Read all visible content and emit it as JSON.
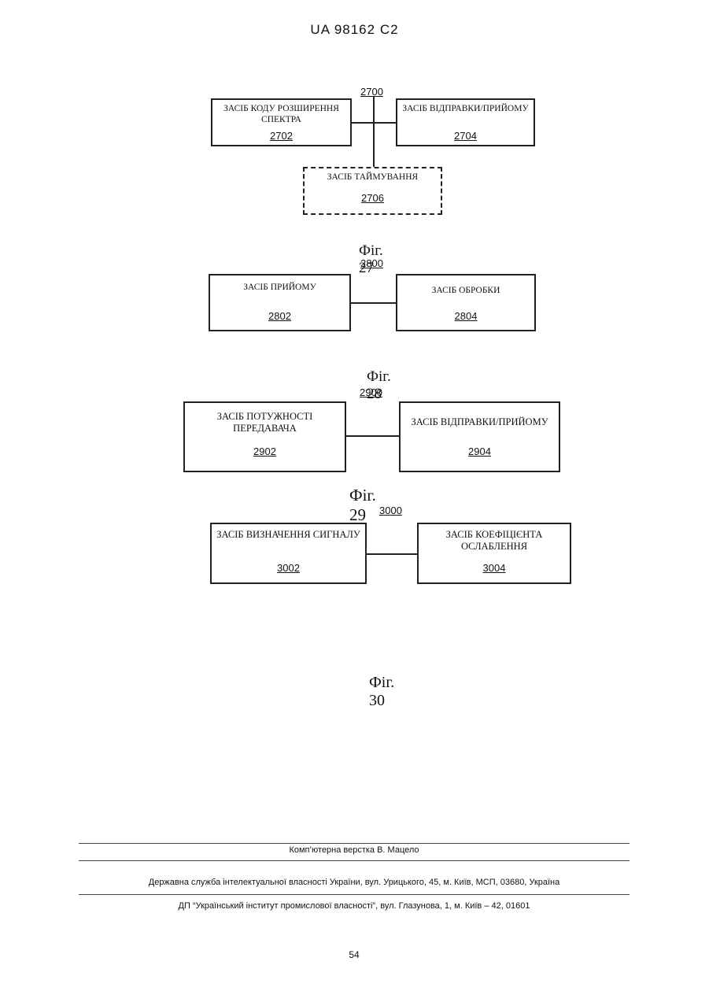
{
  "header": {
    "text": "UA   98162   C2"
  },
  "fig27": {
    "ref": "2700",
    "box1": {
      "label": "ЗАСІБ КОДУ РОЗШИРЕННЯ СПЕКТРА",
      "num": "2702"
    },
    "box2": {
      "label": "ЗАСІБ ВІДПРАВКИ/ПРИЙОМУ",
      "num": "2704"
    },
    "box3": {
      "label": "ЗАСІБ ТАЙМУВАННЯ",
      "num": "2706"
    },
    "caption": "Фіг. 27"
  },
  "fig28": {
    "ref": "2800",
    "box1": {
      "label": "ЗАСІБ ПРИЙОМУ",
      "num": "2802"
    },
    "box2": {
      "label": "ЗАСІБ ОБРОБКИ",
      "num": "2804"
    },
    "caption": "Фіг. 28"
  },
  "fig29": {
    "ref": "2900",
    "box1": {
      "label": "ЗАСІБ ПОТУЖНОСТІ ПЕРЕДАВАЧА",
      "num": "2902"
    },
    "box2": {
      "label": "ЗАСІБ ВІДПРАВКИ/ПРИЙОМУ",
      "num": "2904"
    },
    "caption": "Фіг. 29"
  },
  "fig30": {
    "ref": "3000",
    "box1": {
      "label": "ЗАСІБ ВИЗНАЧЕННЯ СИГНАЛУ",
      "num": "3002"
    },
    "box2": {
      "label": "ЗАСІБ КОЕФІЦІЄНТА ОСЛАБЛЕННЯ",
      "num": "3004"
    },
    "caption": "Фіг. 30"
  },
  "footer": {
    "layout": "Комп’ютерна верстка В. Мацело",
    "agency": "Державна служба інтелектуальної власності України, вул. Урицького, 45, м. Київ, МСП, 03680, Україна",
    "institute": "ДП “Український інститут промислової власності”, вул. Глазунова, 1, м. Київ – 42, 01601",
    "page": "54"
  }
}
